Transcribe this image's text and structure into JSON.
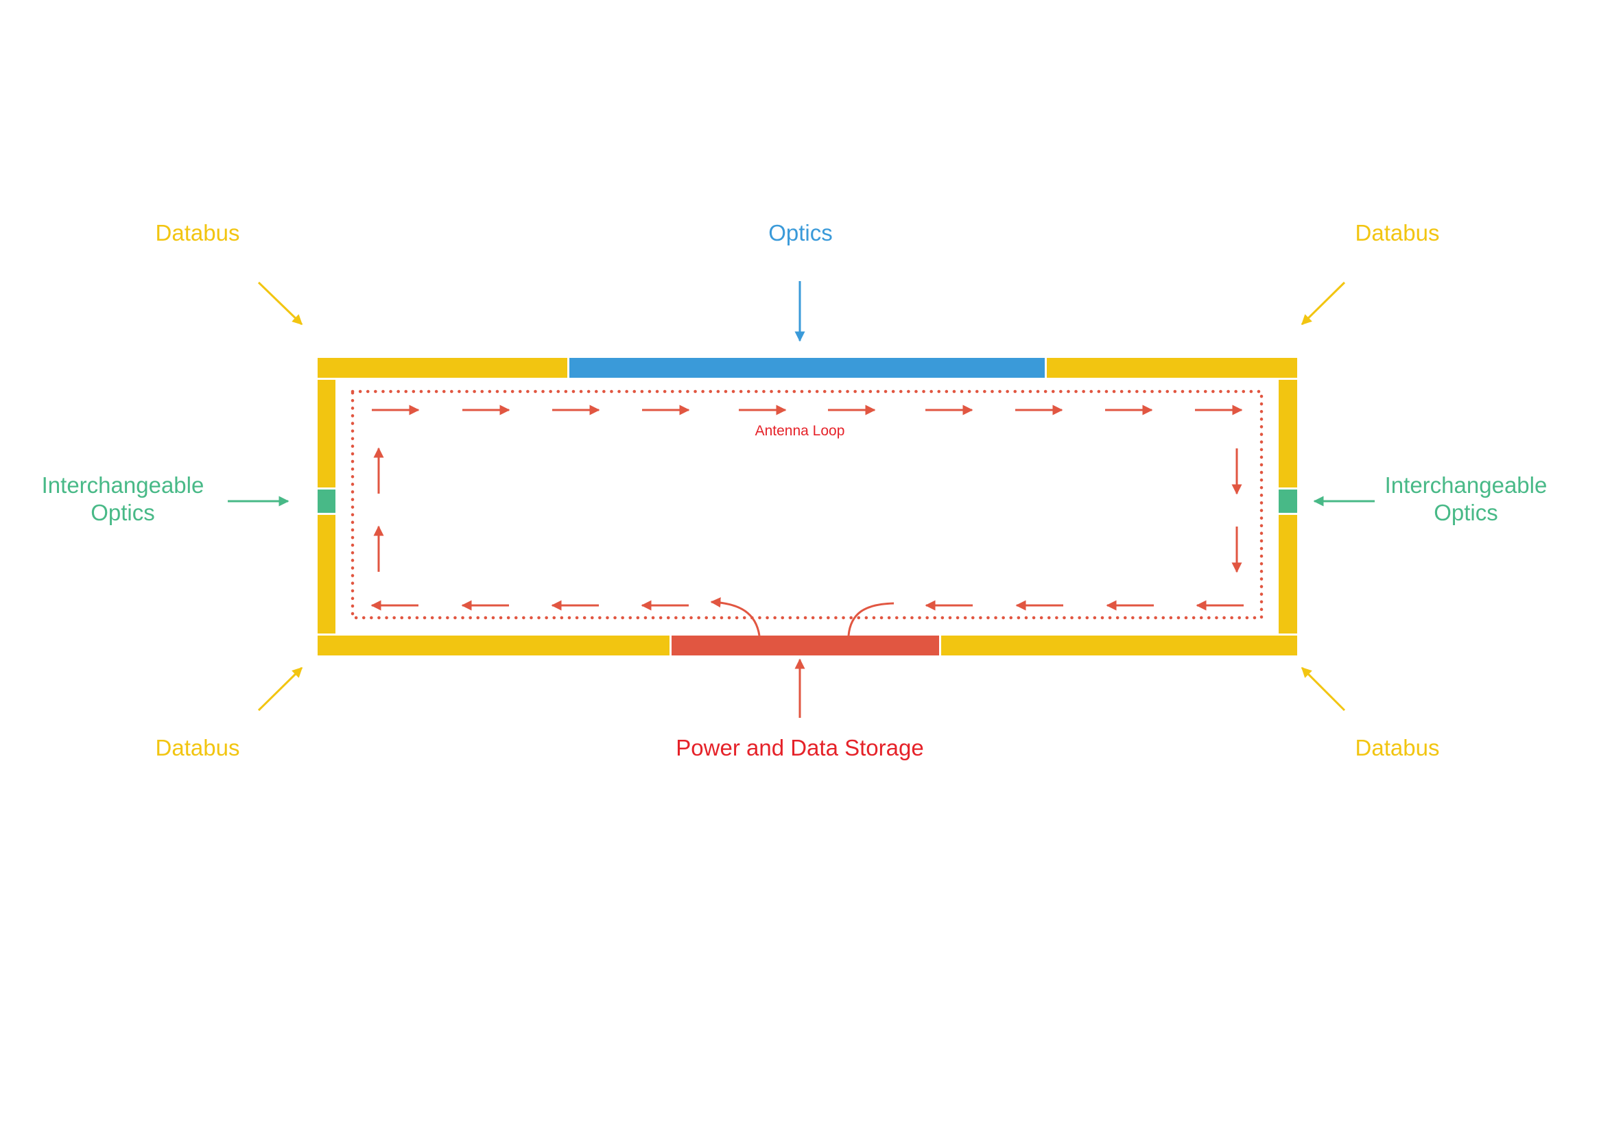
{
  "colors": {
    "databus": "#F2C511",
    "optics": "#3A9AD9",
    "interchangeable_optics": "#48B987",
    "power": "#E15641",
    "loop": "#E15641",
    "power_label": "#E52229"
  },
  "labels": {
    "databus_top_left": "Databus",
    "databus_top_right": "Databus",
    "databus_bottom_left": "Databus",
    "databus_bottom_right": "Databus",
    "optics": "Optics",
    "interchangeable_left_line1": "Interchangeable",
    "interchangeable_left_line2": "Optics",
    "interchangeable_right_line1": "Interchangeable",
    "interchangeable_right_line2": "Optics",
    "antenna_loop": "Antenna Loop",
    "power_and_data_storage": "Power and Data Storage"
  },
  "icons": {
    "databus_arrow": "diagonal-arrow-icon",
    "optics_arrow": "arrow-down-icon",
    "interchangeable_arrow": "arrow-horizontal-icon",
    "power_arrow": "arrow-up-icon",
    "loop_arrow": "flow-arrow-icon"
  }
}
